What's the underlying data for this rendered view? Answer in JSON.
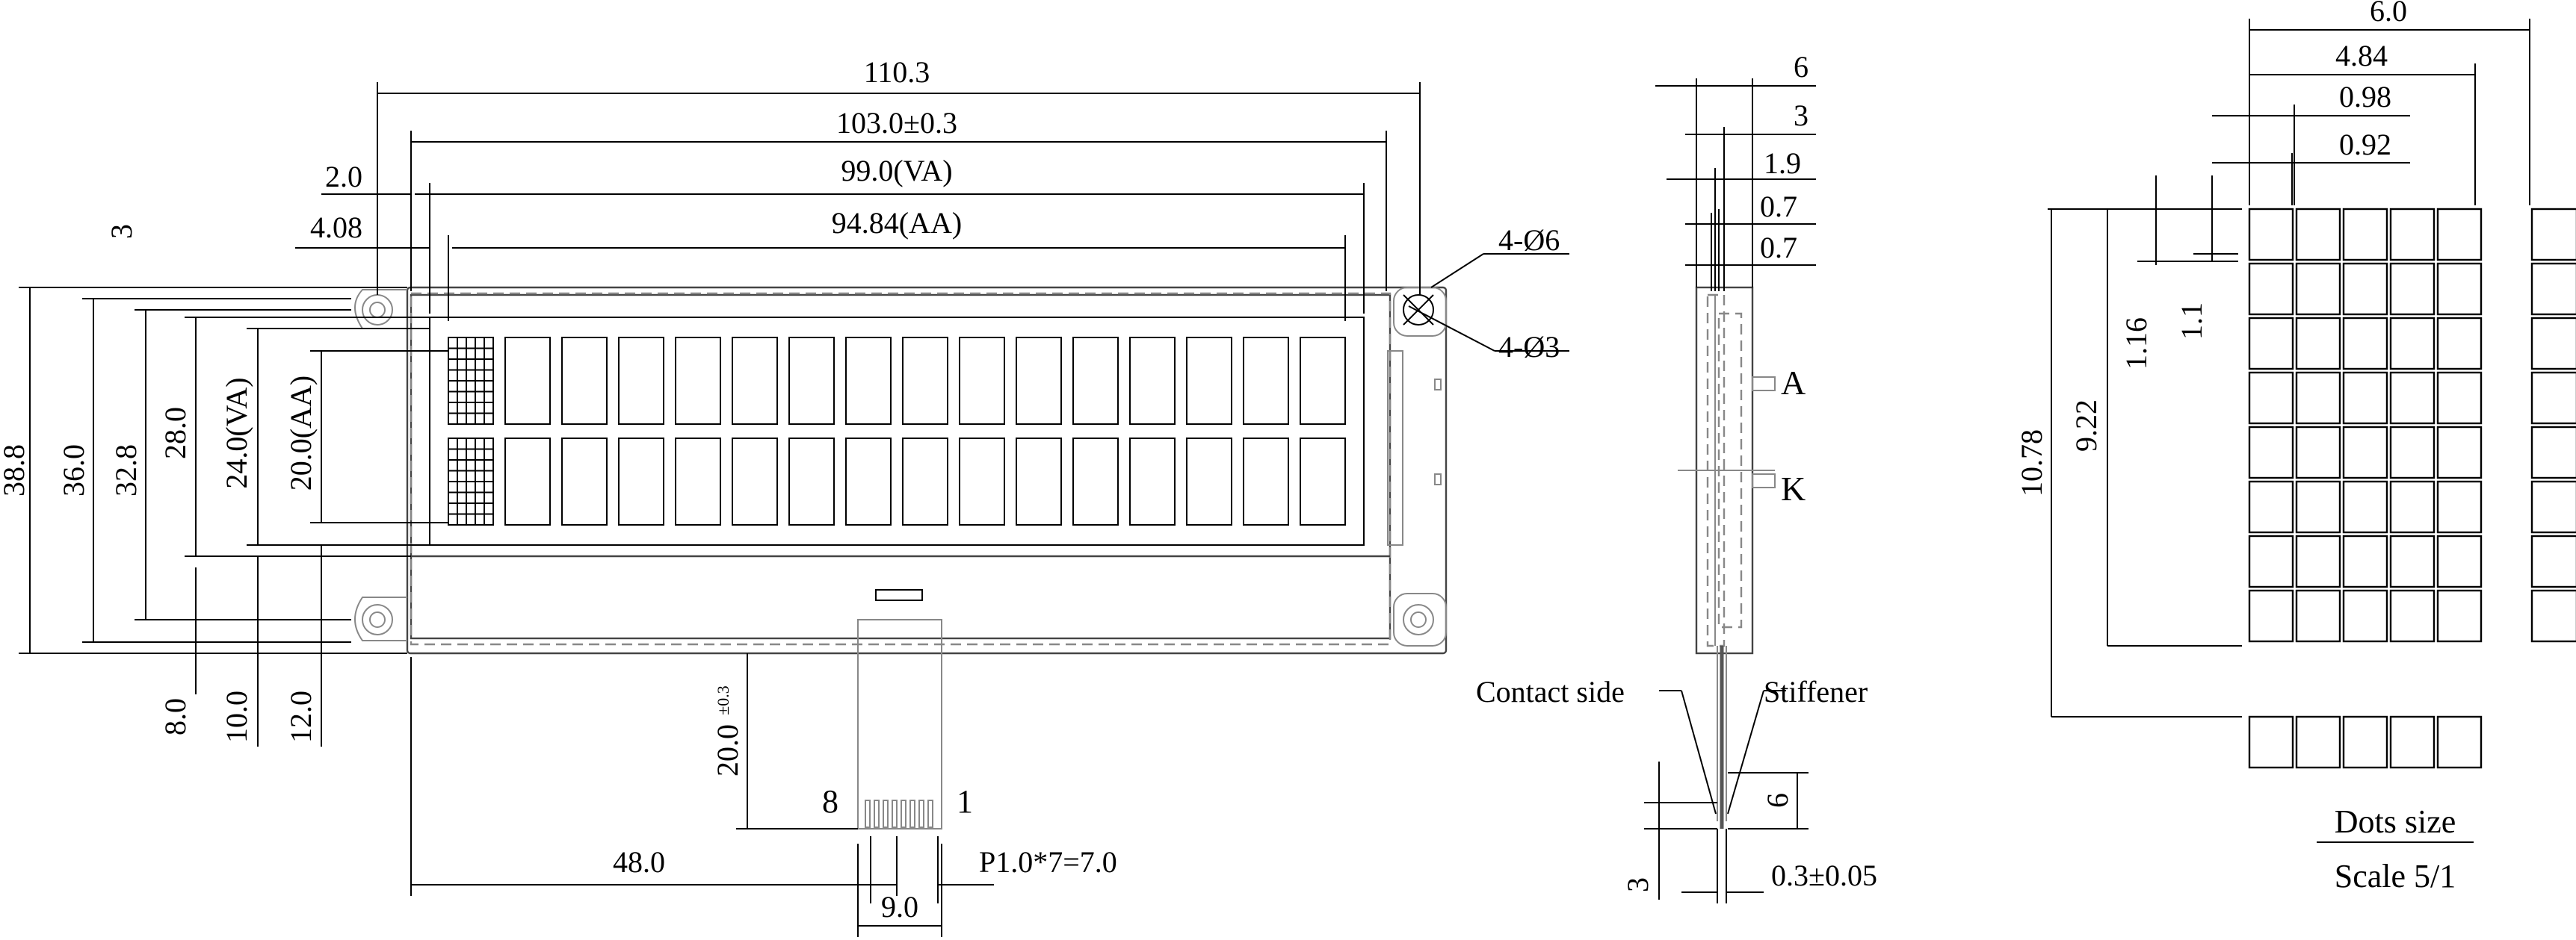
{
  "front_view": {
    "width_overall": "110.3",
    "width_bezel": "103.0±0.3",
    "width_va": "99.0(VA)",
    "width_aa": "94.84(AA)",
    "offset_left_1": "2.0",
    "offset_left_2": "4.08",
    "offset_top": "3",
    "hole_large": "4-Ø6",
    "hole_small": "4-Ø3",
    "height_overall": "38.8",
    "height_pcb": "36.0",
    "height_holes": "32.8",
    "height_bezel": "28.0",
    "height_va": "24.0(VA)",
    "height_aa": "20.0(AA)",
    "bottom_offset_1": "8.0",
    "bottom_offset_2": "10.0",
    "bottom_offset_3": "12.0",
    "fpc_length": "20.0",
    "fpc_length_tol": "±0.3",
    "fpc_position": "48.0",
    "fpc_width": "9.0",
    "pin_pitch": "P1.0*7=7.0",
    "pin_first": "1",
    "pin_last": "8"
  },
  "side_view": {
    "dim_total": "6",
    "dim_a": "3",
    "dim_b": "1.9",
    "dim_c": "0.7",
    "dim_d": "0.7",
    "anode_label": "A",
    "cathode_label": "K",
    "contact_label": "Contact side",
    "stiffener_label": "Stiffener",
    "fpc_end_len": "6",
    "fpc_gap": "3",
    "fpc_thickness": "0.3±0.05"
  },
  "dot_detail": {
    "char_width": "6.0",
    "dot_span": "4.84",
    "dot_pitch": "0.98",
    "dot_width": "0.92",
    "dot_vpitch": "1.16",
    "dot_height": "1.1",
    "char_height": "10.78",
    "rows_height": "9.22",
    "caption": "Dots size",
    "scale": "Scale 5/1"
  }
}
